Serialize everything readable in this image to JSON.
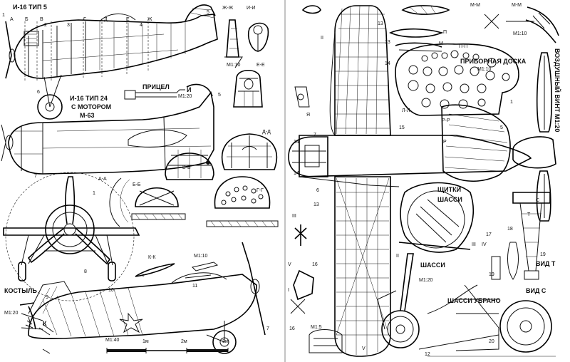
{
  "titles": {
    "type5": "И-16 ТИП 5",
    "type24_line1": "И-16 ТИП 24",
    "type24_line2": "С МОТОРОМ",
    "type24_line3": "М-63",
    "sight": "ПРИЦЕЛ",
    "panel_line1": "ПРИБОРНАЯ ДОСКА",
    "panel_line2": "М1:10",
    "flaps_line1": "ЩИТКИ",
    "flaps_line2": "ШАССИ",
    "gear": "ШАССИ",
    "gear_retracted": "ШАССИ УБРАНО",
    "propeller": "ВОЗДУШНЫЙ ВИНТ М1:20",
    "tailskid": "КОСТЫЛЬ",
    "view_t": "ВИД Т",
    "view_s": "ВИД С"
  },
  "sections": {
    "zh": "Ж-Ж",
    "ii": "И-И",
    "ee": "Е-Е",
    "dd": "Д-Д",
    "vv": "В-В",
    "aa": "А-А",
    "bb": "Б-Б",
    "gg": "Г-Г",
    "kk": "К-К",
    "mm": "М-М",
    "pp": "П-П",
    "ll": "Л-Л",
    "rr": "Р-Р",
    "m_top": "М-М"
  },
  "station_letters": [
    "А",
    "Б",
    "В",
    "Г",
    "Д",
    "Е",
    "Ж"
  ],
  "letters": {
    "i": "И",
    "ya": "Я",
    "m": "М",
    "p": "П",
    "l": "Л",
    "r": "Р",
    "k": "К",
    "t": "Т",
    "s": "С",
    "v": "V",
    "roman2": "II",
    "roman3": "III",
    "roman4": "IV",
    "roman1": "I"
  },
  "scales": {
    "m110_a": "М1:10",
    "m120_a": "М1:20",
    "m110_b": "М1:10",
    "m120_b": "М1:20",
    "m120_c": "М1:20",
    "m15": "М1:5",
    "m140": "М1:40",
    "m110_c": "М1:10"
  },
  "scale_bar": [
    "1м",
    "2м",
    "3м"
  ],
  "numbers": [
    "1",
    "2",
    "3",
    "4",
    "5",
    "6",
    "7",
    "8",
    "9",
    "10",
    "11",
    "12",
    "13",
    "14",
    "15",
    "16",
    "17",
    "18",
    "19",
    "20"
  ]
}
